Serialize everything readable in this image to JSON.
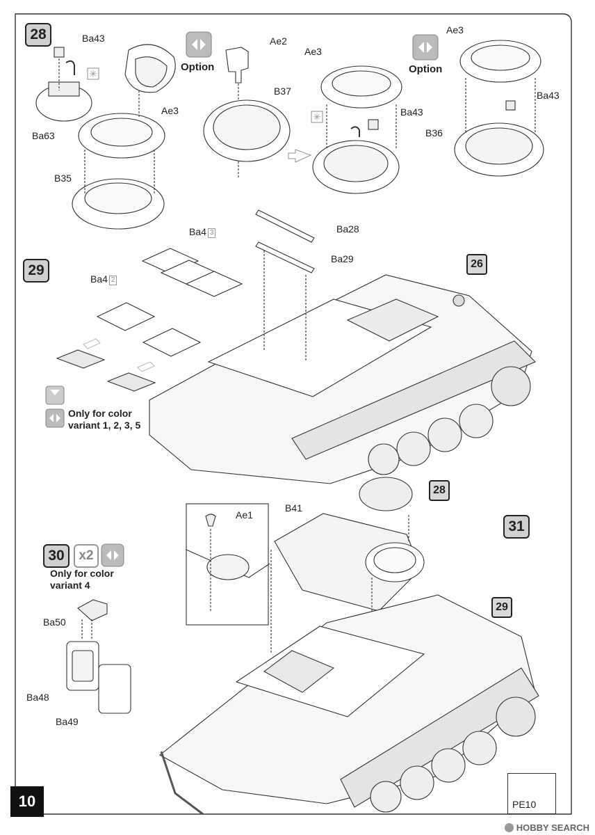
{
  "page_number": "10",
  "watermark": "HOBBY SEARCH",
  "steps": {
    "s28": "28",
    "s29": "29",
    "s30": "30",
    "s31": "31"
  },
  "refs": {
    "r26": "26",
    "r28": "28",
    "r29": "29"
  },
  "option_label": "Option",
  "color_notes": {
    "variant_1235": [
      "Only for color",
      "variant 1, 2, 3, 5"
    ],
    "variant_4": [
      "Only for color",
      "variant 4"
    ]
  },
  "multiplier": "x2",
  "parts": {
    "ba43_a": "Ba43",
    "ba63": "Ba63",
    "ae3_a": "Ae3",
    "b35": "B35",
    "ae2": "Ae2",
    "b37": "B37",
    "ae3_b": "Ae3",
    "ba43_b": "Ba43",
    "ae3_c": "Ae3",
    "ba43_c": "Ba43",
    "b36": "B36",
    "ba4_3": "Ba4",
    "ba4_3_qty": "3",
    "ba4_2": "Ba4",
    "ba4_2_qty": "2",
    "ba28": "Ba28",
    "ba29": "Ba29",
    "ae1": "Ae1",
    "b41": "B41",
    "ba50": "Ba50",
    "ba48": "Ba48",
    "ba49": "Ba49",
    "pe10": "PE10"
  },
  "icons": {
    "option": "option-arrows-icon",
    "color_marker": "color-marker-icon",
    "photo_etch": "photo-etch-icon",
    "cement": "cement-asterisk-icon"
  }
}
